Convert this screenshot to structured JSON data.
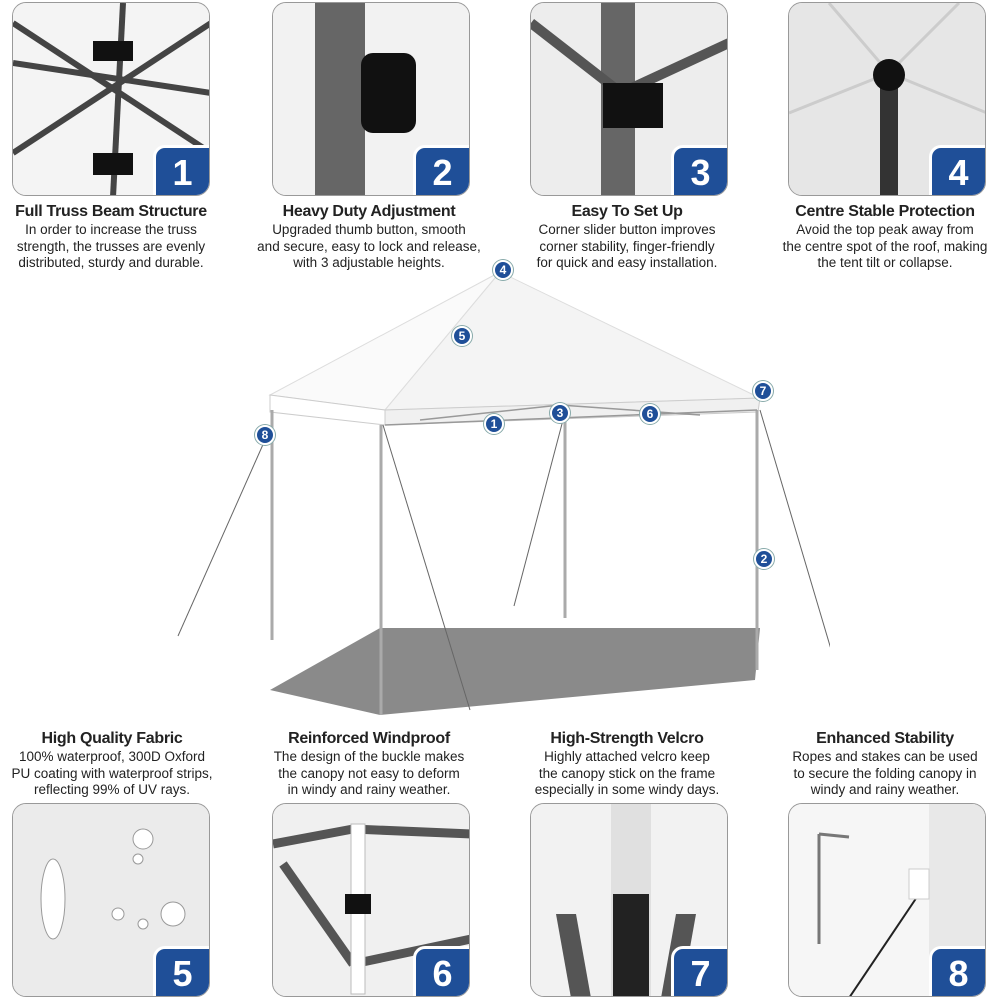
{
  "features": [
    {
      "num": "1",
      "title": "Full Truss Beam Structure",
      "desc": [
        "In order to increase the truss",
        "strength, the trusses are evenly",
        "distributed, sturdy and durable."
      ]
    },
    {
      "num": "2",
      "title": "Heavy Duty Adjustment",
      "desc": [
        "Upgraded thumb button, smooth",
        "and secure, easy to lock and release,",
        "with 3 adjustable heights."
      ]
    },
    {
      "num": "3",
      "title": "Easy To Set Up",
      "desc": [
        "Corner slider button improves",
        "corner stability, finger-friendly",
        "for quick and easy installation."
      ]
    },
    {
      "num": "4",
      "title": "Centre Stable Protection",
      "desc": [
        "Avoid the top peak away from",
        "the centre spot of the roof, making",
        "the tent tilt or collapse."
      ]
    },
    {
      "num": "5",
      "title": "High Quality Fabric",
      "desc": [
        "100% waterproof, 300D Oxford",
        "PU coating with waterproof strips,",
        "reflecting 99% of UV rays."
      ]
    },
    {
      "num": "6",
      "title": "Reinforced Windproof",
      "desc": [
        "The design of the buckle makes",
        "the canopy not easy to deform",
        "in windy and rainy weather."
      ]
    },
    {
      "num": "7",
      "title": "High-Strength Velcro",
      "desc": [
        "Highly attached velcro keep",
        "the canopy stick on the frame",
        "especially in some windy days."
      ]
    },
    {
      "num": "8",
      "title": "Enhanced Stability",
      "desc": [
        "Ropes and stakes can be used",
        "to secure the folding canopy in",
        "windy  and rainy weather."
      ]
    }
  ],
  "markers": [
    "4",
    "5",
    "7",
    "8",
    "1",
    "3",
    "6",
    "2"
  ],
  "colors": {
    "badge": "#1f4f98"
  }
}
